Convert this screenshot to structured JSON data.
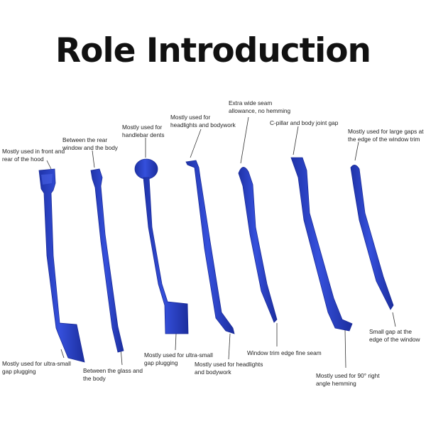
{
  "title": "Role Introduction",
  "colors": {
    "tool_fill": "#2d44c8",
    "tool_dark": "#1a2b99",
    "tool_light": "#4a63e6",
    "leader_line": "#333333",
    "title_text": "#111111",
    "background": "#ffffff"
  },
  "tools": [
    {
      "name": "flat-spatula-tool",
      "top_label": "Mostly used in front and rear of the hood",
      "bottom_label": "Mostly used for ultra-small gap plugging"
    },
    {
      "name": "angled-pry-tool",
      "top_label": "Between the rear window and the body",
      "bottom_label": "Between the glass and the body"
    },
    {
      "name": "round-disc-tool",
      "top_label": "Mostly used for handlebar dents",
      "bottom_label": "Mostly used for ultra-small gap plugging"
    },
    {
      "name": "hook-tool",
      "top_label": "Mostly used for headlights and bodywork",
      "bottom_label": "Mostly used for headlights and bodywork"
    },
    {
      "name": "pointed-tip-tool",
      "top_label": "Extra wide seam allowance, no hemming",
      "bottom_label": "Window trim edge fine seam"
    },
    {
      "name": "wedge-tool",
      "top_label": "C-pillar and body joint gap",
      "bottom_label": "Mostly used for 90° right angle hemming"
    },
    {
      "name": "narrow-pry-tool",
      "top_label": "Mostly used for large gaps at the edge of the window trim",
      "bottom_label": "Small gap at the edge of the window"
    }
  ]
}
